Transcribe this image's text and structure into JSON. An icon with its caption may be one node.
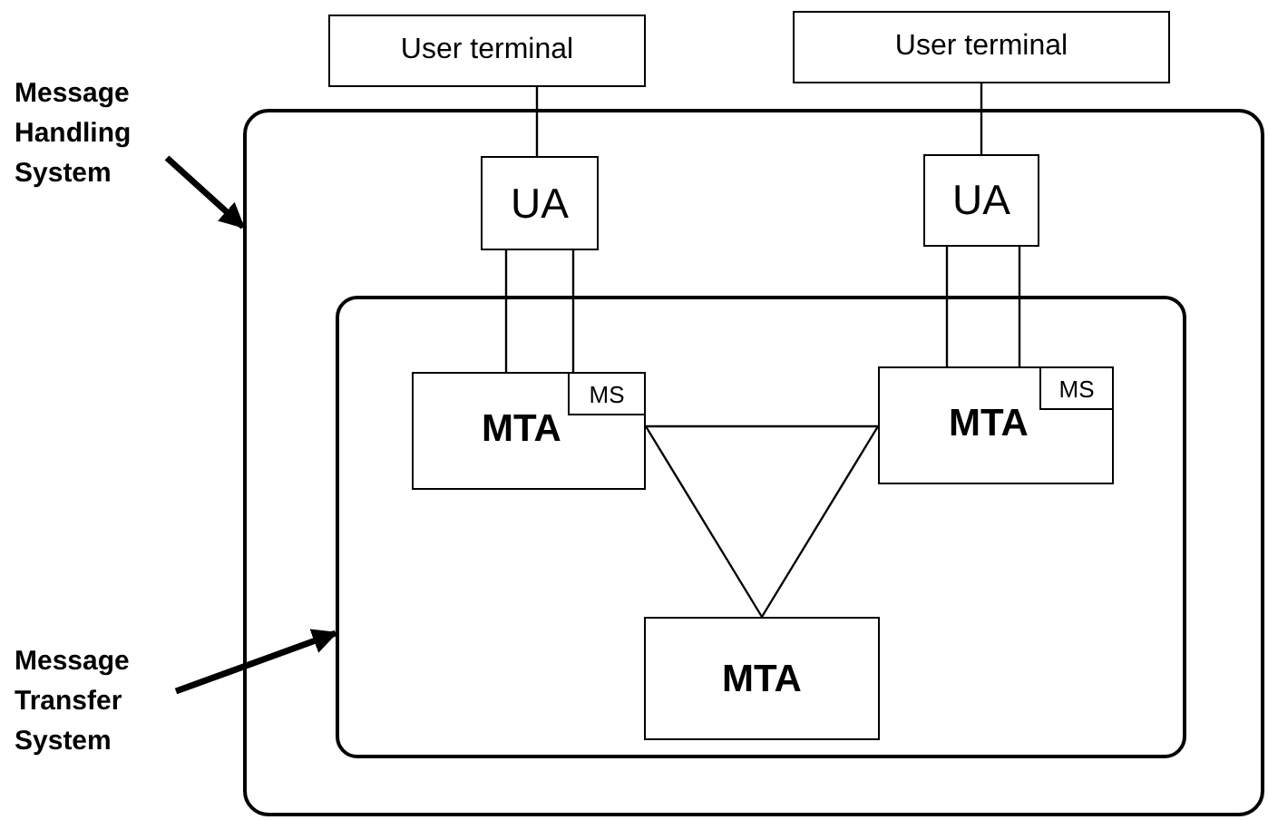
{
  "diagram": {
    "nodes": [
      {
        "text": [
          "Message Handling System"
        ]
      },
      {
        "text": [],
        "shape": "box"
      },
      {
        "text": [
          "User terminal"
        ]
      },
      {
        "text": [
          "User terminal"
        ]
      },
      {
        "text": [
          "UA"
        ],
        "in": 1
      },
      {
        "text": [
          "UA"
        ],
        "in": 1
      },
      {
        "text": [],
        "shape": "box",
        "in": 1
      },
      {
        "text": [
          "MTA"
        ],
        "in": 6
      },
      {
        "text": [
          "MS"
        ],
        "in": 7
      },
      {
        "text": [
          "MTA"
        ],
        "in": 6
      },
      {
        "text": [
          "MS"
        ],
        "in": 9
      },
      {
        "text": [
          "MTA"
        ],
        "in": 6
      },
      {
        "text": [
          "Message Transfer System"
        ]
      }
    ],
    "edges": [
      {
        "from": 0,
        "to": 1,
        "arrow": "to",
        "style": "thick"
      },
      {
        "from": 2,
        "to": 4,
        "arrow": "none"
      },
      {
        "from": 3,
        "to": 5,
        "arrow": "none"
      },
      {
        "from": 4,
        "to": 7,
        "arrow": "none"
      },
      {
        "from": 4,
        "to": 8,
        "arrow": "none"
      },
      {
        "from": 5,
        "to": 9,
        "arrow": "none"
      },
      {
        "from": 5,
        "to": 9,
        "arrow": "none"
      },
      {
        "from": 7,
        "to": 9,
        "arrow": "none"
      },
      {
        "from": 7,
        "to": 11,
        "arrow": "none"
      },
      {
        "from": 9,
        "to": 11,
        "arrow": "none"
      },
      {
        "from": 12,
        "to": 6,
        "arrow": "to",
        "style": "thick"
      }
    ]
  }
}
